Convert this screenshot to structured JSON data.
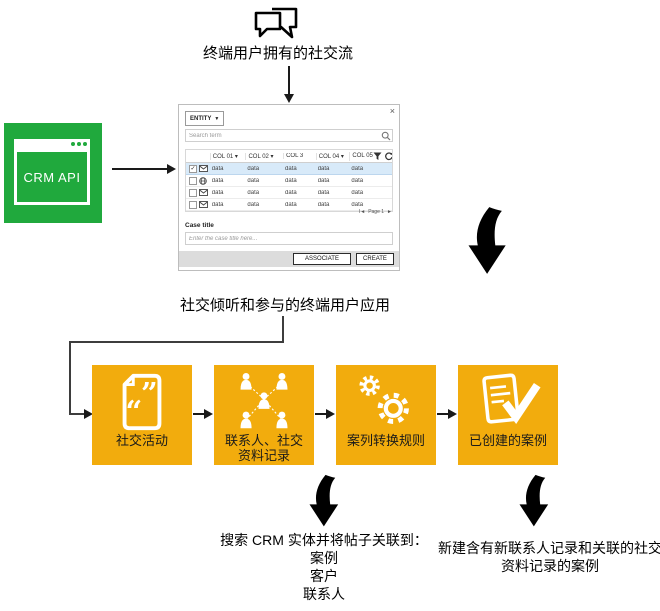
{
  "colors": {
    "green": "#20A93D",
    "amber": "#F2AC0D",
    "row_highlight": "#D8EAF9"
  },
  "top": {
    "label": "终端用户拥有的社交流"
  },
  "crm_api": {
    "label": "CRM API"
  },
  "mockup": {
    "entity_label": "ENTITY",
    "entity_caret": "▼",
    "close_glyph": "×",
    "search_placeholder": "Search term",
    "columns": [
      "COL 01 ▾",
      "COL 02 ▾",
      "COL 3",
      "COL 04 ▾",
      "COL 05"
    ],
    "check_glyph": "✓",
    "rows": [
      {
        "icon": "envelope",
        "checked": true,
        "cells": [
          "data",
          "data",
          "data",
          "data",
          "data"
        ]
      },
      {
        "icon": "globe",
        "checked": false,
        "cells": [
          "data",
          "data",
          "data",
          "data",
          "data"
        ]
      },
      {
        "icon": "envelope",
        "checked": false,
        "cells": [
          "data",
          "data",
          "data",
          "data",
          "data"
        ]
      },
      {
        "icon": "envelope",
        "checked": false,
        "cells": [
          "data",
          "data",
          "data",
          "data",
          "data"
        ]
      }
    ],
    "pager": {
      "left": "I◄",
      "label": "Page 1",
      "right": "►"
    },
    "case_title_label": "Case title",
    "case_title_placeholder": "Enter the case title here...",
    "buttons": {
      "associate": "ASSOCIATE",
      "create": "CREATE"
    }
  },
  "caption": "社交倾听和参与的终端用户应用",
  "process": {
    "steps": [
      {
        "label": "社交活动"
      },
      {
        "label": "联系人、社交\n资料记录"
      },
      {
        "label": "案列转换规则"
      },
      {
        "label": "已创建的案例"
      }
    ]
  },
  "bottom_left": {
    "title": "搜索 CRM 实体并将帖子关联到：",
    "items": [
      "案例",
      "客户",
      "联系人"
    ]
  },
  "bottom_right": {
    "text": "新建含有新联系人记录和关联的社交\n资料记录的案例"
  }
}
